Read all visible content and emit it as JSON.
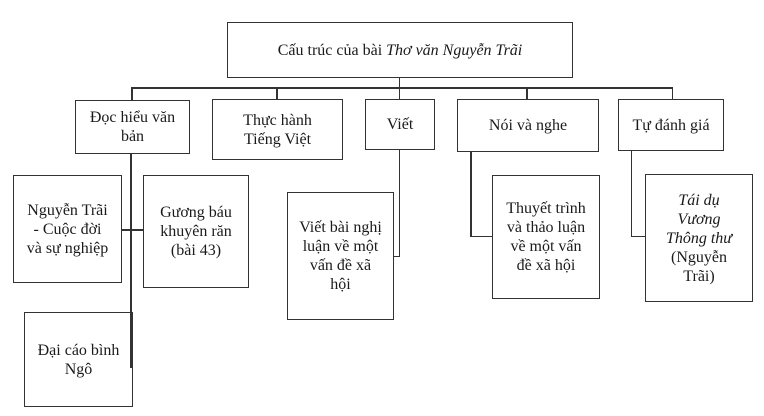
{
  "diagram": {
    "title": {
      "prefix": "Cấu trúc của bài ",
      "italic_part": "Thơ văn Nguyễn Trãi"
    },
    "level2": [
      {
        "label": "Đọc hiểu văn\nbản"
      },
      {
        "label": "Thực hành\nTiếng Việt"
      },
      {
        "label": "Viết"
      },
      {
        "label": "Nói và nghe"
      },
      {
        "label": "Tự đánh giá"
      }
    ],
    "level3": [
      {
        "label": "Nguyễn Trãi\n- Cuộc đời\nvà sự nghiệp"
      },
      {
        "label": "Gương báu\nkhuyên răn\n(bài 43)"
      },
      {
        "label": "Đại cáo bình\nNgô"
      },
      {
        "label": "Viết bài nghị\nluận về một\nvấn đề xã\nhội"
      },
      {
        "label": "Thuyết trình\nvà thảo luận\nvề một vấn\nđề xã hội"
      },
      {
        "label_italic": "Tái dụ\nVương\nThông thư",
        "label_roman": "(Nguyễn\nTrãi)"
      }
    ],
    "colors": {
      "line": "#333333",
      "background": "#ffffff",
      "text": "#1a1a1a"
    }
  }
}
